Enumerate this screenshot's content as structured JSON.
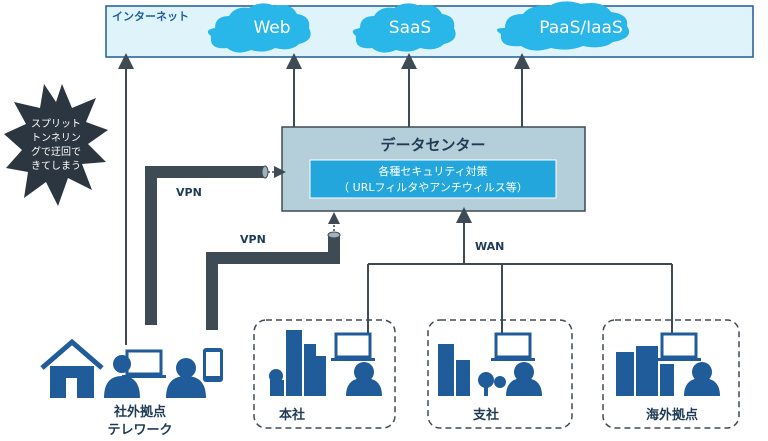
{
  "internet": {
    "label": "インターネット",
    "clouds": [
      "Web",
      "SaaS",
      "PaaS/IaaS"
    ]
  },
  "datacenter": {
    "title": "データセンター",
    "security_line1": "各種セキュリティ対策",
    "security_line2": "（ URLフィルタやアンチウィルス等）"
  },
  "links": {
    "vpn1": "VPN",
    "vpn2": "VPN",
    "wan": "WAN"
  },
  "callout": {
    "lines": [
      "スプリット",
      "トンネリン",
      "グで迂回で",
      "きてしまう"
    ]
  },
  "sites": {
    "remote_line1": "社外拠点",
    "remote_line2": "テレワーク",
    "head_office": "本社",
    "branch": "支社",
    "overseas": "海外拠点"
  },
  "colors": {
    "navy": "#1f5c99",
    "internet_fill": "#dff3fb",
    "cloud_fill": "#29b6e8",
    "dc_fill": "#b4cfd9",
    "security_fill": "#23a6dc",
    "pipe": "#3e4a54"
  }
}
